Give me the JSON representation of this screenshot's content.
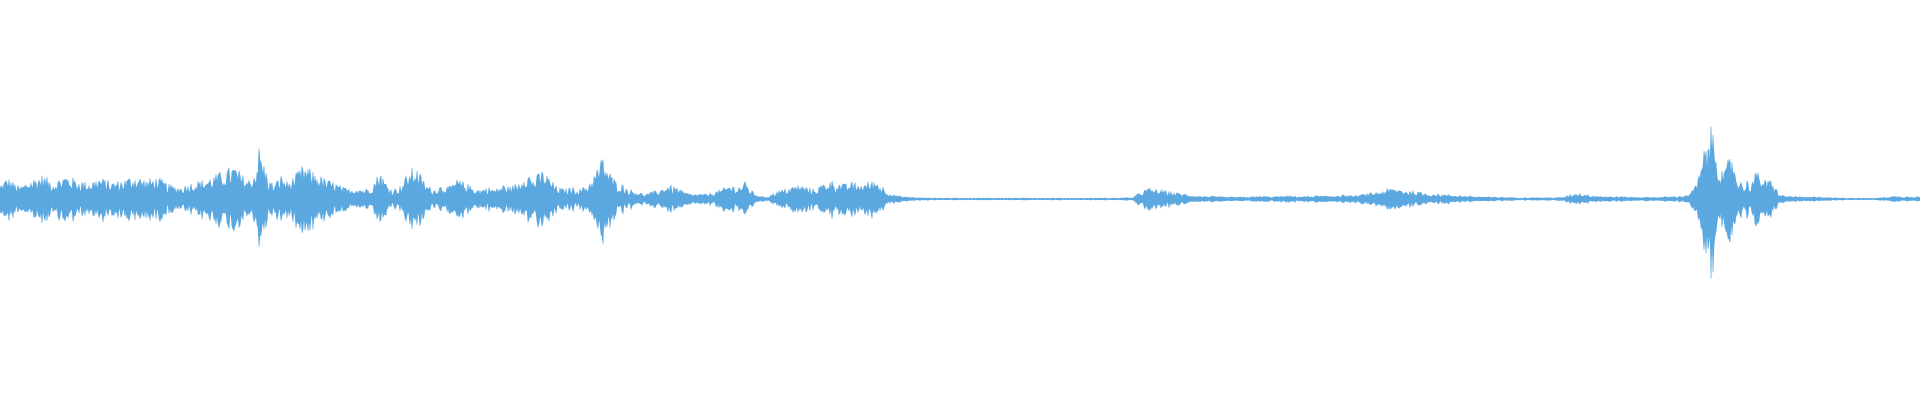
{
  "waveform": {
    "color": "#5ba8e0",
    "background": "#ffffff",
    "amplitude_profile": [
      [
        0.0,
        0.06
      ],
      [
        0.004,
        0.09
      ],
      [
        0.01,
        0.05
      ],
      [
        0.016,
        0.08
      ],
      [
        0.022,
        0.1
      ],
      [
        0.028,
        0.07
      ],
      [
        0.034,
        0.1
      ],
      [
        0.04,
        0.08
      ],
      [
        0.046,
        0.07
      ],
      [
        0.052,
        0.09
      ],
      [
        0.058,
        0.07
      ],
      [
        0.064,
        0.08
      ],
      [
        0.07,
        0.1
      ],
      [
        0.076,
        0.08
      ],
      [
        0.082,
        0.09
      ],
      [
        0.088,
        0.06
      ],
      [
        0.094,
        0.05
      ],
      [
        0.1,
        0.07
      ],
      [
        0.106,
        0.08
      ],
      [
        0.112,
        0.1
      ],
      [
        0.118,
        0.12
      ],
      [
        0.122,
        0.14
      ],
      [
        0.126,
        0.1
      ],
      [
        0.13,
        0.08
      ],
      [
        0.133,
        0.12
      ],
      [
        0.135,
        0.22
      ],
      [
        0.137,
        0.16
      ],
      [
        0.14,
        0.08
      ],
      [
        0.143,
        0.06
      ],
      [
        0.146,
        0.1
      ],
      [
        0.15,
        0.07
      ],
      [
        0.154,
        0.1
      ],
      [
        0.158,
        0.14
      ],
      [
        0.162,
        0.12
      ],
      [
        0.166,
        0.1
      ],
      [
        0.17,
        0.08
      ],
      [
        0.174,
        0.07
      ],
      [
        0.178,
        0.05
      ],
      [
        0.182,
        0.04
      ],
      [
        0.186,
        0.05
      ],
      [
        0.19,
        0.04
      ],
      [
        0.194,
        0.06
      ],
      [
        0.198,
        0.12
      ],
      [
        0.2,
        0.08
      ],
      [
        0.204,
        0.04
      ],
      [
        0.208,
        0.05
      ],
      [
        0.212,
        0.1
      ],
      [
        0.216,
        0.14
      ],
      [
        0.219,
        0.1
      ],
      [
        0.222,
        0.06
      ],
      [
        0.226,
        0.04
      ],
      [
        0.23,
        0.06
      ],
      [
        0.234,
        0.05
      ],
      [
        0.238,
        0.08
      ],
      [
        0.242,
        0.07
      ],
      [
        0.246,
        0.05
      ],
      [
        0.25,
        0.04
      ],
      [
        0.254,
        0.05
      ],
      [
        0.258,
        0.04
      ],
      [
        0.262,
        0.06
      ],
      [
        0.266,
        0.05
      ],
      [
        0.27,
        0.07
      ],
      [
        0.274,
        0.12
      ],
      [
        0.278,
        0.08
      ],
      [
        0.282,
        0.12
      ],
      [
        0.286,
        0.09
      ],
      [
        0.29,
        0.05
      ],
      [
        0.294,
        0.04
      ],
      [
        0.298,
        0.05
      ],
      [
        0.302,
        0.04
      ],
      [
        0.306,
        0.06
      ],
      [
        0.31,
        0.11
      ],
      [
        0.314,
        0.18
      ],
      [
        0.317,
        0.12
      ],
      [
        0.32,
        0.08
      ],
      [
        0.324,
        0.06
      ],
      [
        0.328,
        0.04
      ],
      [
        0.332,
        0.03
      ],
      [
        0.336,
        0.02
      ],
      [
        0.34,
        0.03
      ],
      [
        0.344,
        0.04
      ],
      [
        0.348,
        0.06
      ],
      [
        0.352,
        0.05
      ],
      [
        0.356,
        0.03
      ],
      [
        0.36,
        0.02
      ],
      [
        0.364,
        0.02
      ],
      [
        0.368,
        0.02
      ],
      [
        0.372,
        0.03
      ],
      [
        0.376,
        0.04
      ],
      [
        0.38,
        0.06
      ],
      [
        0.384,
        0.05
      ],
      [
        0.388,
        0.07
      ],
      [
        0.392,
        0.03
      ],
      [
        0.396,
        0.01
      ],
      [
        0.4,
        0.01
      ],
      [
        0.404,
        0.03
      ],
      [
        0.408,
        0.04
      ],
      [
        0.412,
        0.05
      ],
      [
        0.416,
        0.06
      ],
      [
        0.42,
        0.05
      ],
      [
        0.424,
        0.04
      ],
      [
        0.428,
        0.06
      ],
      [
        0.432,
        0.08
      ],
      [
        0.436,
        0.07
      ],
      [
        0.44,
        0.06
      ],
      [
        0.444,
        0.07
      ],
      [
        0.448,
        0.06
      ],
      [
        0.452,
        0.07
      ],
      [
        0.456,
        0.08
      ],
      [
        0.46,
        0.05
      ],
      [
        0.464,
        0.02
      ],
      [
        0.47,
        0.01
      ],
      [
        0.48,
        0.005
      ],
      [
        0.49,
        0.004
      ],
      [
        0.5,
        0.004
      ],
      [
        0.51,
        0.004
      ],
      [
        0.52,
        0.004
      ],
      [
        0.53,
        0.004
      ],
      [
        0.54,
        0.004
      ],
      [
        0.55,
        0.004
      ],
      [
        0.56,
        0.003
      ],
      [
        0.57,
        0.004
      ],
      [
        0.58,
        0.004
      ],
      [
        0.59,
        0.006
      ],
      [
        0.594,
        0.03
      ],
      [
        0.598,
        0.045
      ],
      [
        0.602,
        0.04
      ],
      [
        0.606,
        0.035
      ],
      [
        0.61,
        0.03
      ],
      [
        0.614,
        0.025
      ],
      [
        0.618,
        0.02
      ],
      [
        0.622,
        0.015
      ],
      [
        0.626,
        0.012
      ],
      [
        0.63,
        0.012
      ],
      [
        0.634,
        0.01
      ],
      [
        0.638,
        0.008
      ],
      [
        0.642,
        0.008
      ],
      [
        0.646,
        0.008
      ],
      [
        0.65,
        0.009
      ],
      [
        0.654,
        0.01
      ],
      [
        0.658,
        0.012
      ],
      [
        0.662,
        0.01
      ],
      [
        0.666,
        0.011
      ],
      [
        0.67,
        0.013
      ],
      [
        0.674,
        0.012
      ],
      [
        0.678,
        0.011
      ],
      [
        0.682,
        0.012
      ],
      [
        0.686,
        0.014
      ],
      [
        0.69,
        0.012
      ],
      [
        0.694,
        0.013
      ],
      [
        0.698,
        0.018
      ],
      [
        0.702,
        0.015
      ],
      [
        0.706,
        0.014
      ],
      [
        0.71,
        0.02
      ],
      [
        0.714,
        0.025
      ],
      [
        0.718,
        0.03
      ],
      [
        0.722,
        0.04
      ],
      [
        0.726,
        0.045
      ],
      [
        0.73,
        0.04
      ],
      [
        0.734,
        0.035
      ],
      [
        0.738,
        0.03
      ],
      [
        0.742,
        0.025
      ],
      [
        0.746,
        0.022
      ],
      [
        0.75,
        0.02
      ],
      [
        0.754,
        0.018
      ],
      [
        0.758,
        0.016
      ],
      [
        0.762,
        0.014
      ],
      [
        0.766,
        0.012
      ],
      [
        0.77,
        0.01
      ],
      [
        0.774,
        0.009
      ],
      [
        0.778,
        0.008
      ],
      [
        0.782,
        0.008
      ],
      [
        0.786,
        0.007
      ],
      [
        0.79,
        0.006
      ],
      [
        0.794,
        0.006
      ],
      [
        0.798,
        0.006
      ],
      [
        0.802,
        0.006
      ],
      [
        0.806,
        0.006
      ],
      [
        0.81,
        0.006
      ],
      [
        0.814,
        0.007
      ],
      [
        0.818,
        0.02
      ],
      [
        0.822,
        0.025
      ],
      [
        0.826,
        0.02
      ],
      [
        0.83,
        0.015
      ],
      [
        0.834,
        0.012
      ],
      [
        0.838,
        0.01
      ],
      [
        0.842,
        0.01
      ],
      [
        0.846,
        0.01
      ],
      [
        0.85,
        0.008
      ],
      [
        0.854,
        0.008
      ],
      [
        0.858,
        0.008
      ],
      [
        0.862,
        0.008
      ],
      [
        0.866,
        0.009
      ],
      [
        0.87,
        0.01
      ],
      [
        0.874,
        0.012
      ],
      [
        0.878,
        0.015
      ],
      [
        0.882,
        0.04
      ],
      [
        0.885,
        0.1
      ],
      [
        0.888,
        0.22
      ],
      [
        0.89,
        0.28
      ],
      [
        0.892,
        0.3
      ],
      [
        0.894,
        0.22
      ],
      [
        0.896,
        0.14
      ],
      [
        0.898,
        0.1
      ],
      [
        0.9,
        0.16
      ],
      [
        0.902,
        0.2
      ],
      [
        0.904,
        0.12
      ],
      [
        0.906,
        0.08
      ],
      [
        0.908,
        0.06
      ],
      [
        0.91,
        0.08
      ],
      [
        0.912,
        0.07
      ],
      [
        0.914,
        0.1
      ],
      [
        0.916,
        0.12
      ],
      [
        0.918,
        0.09
      ],
      [
        0.92,
        0.07
      ],
      [
        0.922,
        0.08
      ],
      [
        0.924,
        0.06
      ],
      [
        0.926,
        0.03
      ],
      [
        0.928,
        0.015
      ],
      [
        0.932,
        0.012
      ],
      [
        0.936,
        0.01
      ],
      [
        0.94,
        0.008
      ],
      [
        0.944,
        0.008
      ],
      [
        0.946,
        0.012
      ],
      [
        0.948,
        0.01
      ],
      [
        0.952,
        0.006
      ],
      [
        0.956,
        0.005
      ],
      [
        0.96,
        0.005
      ],
      [
        0.964,
        0.004
      ],
      [
        0.968,
        0.004
      ],
      [
        0.972,
        0.003
      ],
      [
        0.976,
        0.003
      ],
      [
        0.98,
        0.006
      ],
      [
        0.984,
        0.01
      ],
      [
        0.988,
        0.012
      ],
      [
        0.992,
        0.01
      ],
      [
        0.996,
        0.012
      ],
      [
        1.0,
        0.01
      ]
    ]
  }
}
